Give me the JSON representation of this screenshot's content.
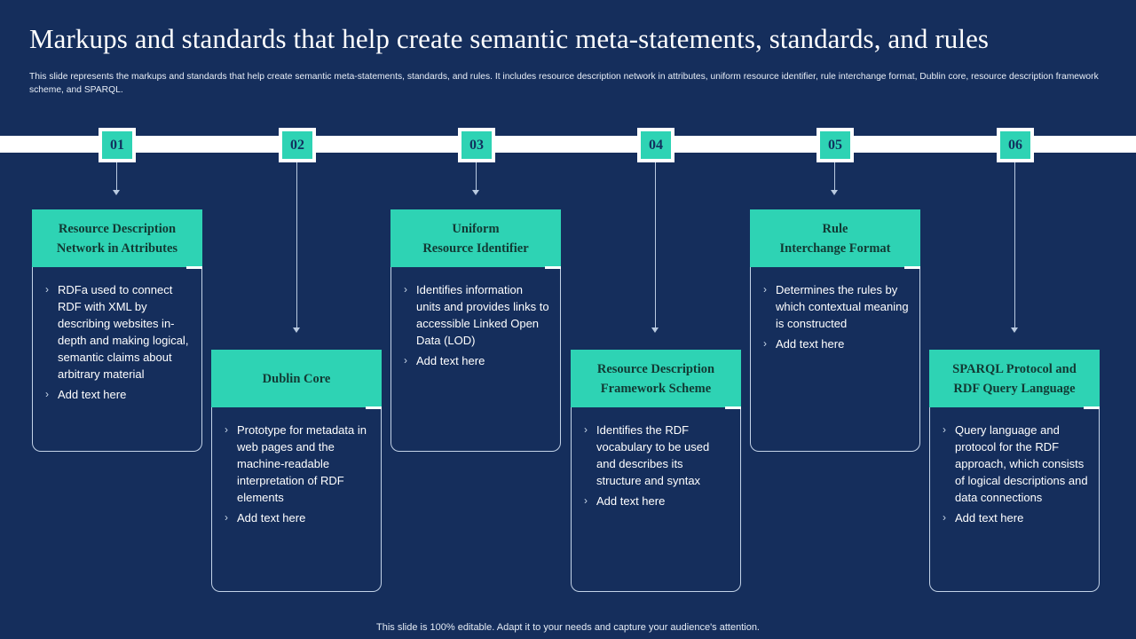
{
  "theme": {
    "background": "#152e5c",
    "accent_teal": "#2ed3b4",
    "bar_white": "#ffffff",
    "line": "#b9cae0",
    "head_text": "#123a34"
  },
  "header": {
    "title": "Markups and standards that help create semantic meta-statements, standards, and rules",
    "subtitle": "This slide represents the markups and standards that help create semantic meta-statements, standards, and rules. It includes resource description network in attributes, uniform resource identifier, rule interchange format, Dublin core, resource description framework scheme, and SPARQL."
  },
  "markers": [
    {
      "number": "01"
    },
    {
      "number": "02"
    },
    {
      "number": "03"
    },
    {
      "number": "04"
    },
    {
      "number": "05"
    },
    {
      "number": "06"
    }
  ],
  "cards": [
    {
      "id": "rdfa",
      "title_line1": "Resource Description",
      "title_line2": "Network in Attributes",
      "bullets": [
        "RDFa used to connect RDF with XML by describing websites in-depth and making logical, semantic claims about arbitrary material",
        "Add text here"
      ]
    },
    {
      "id": "dublin-core",
      "title_line1": "Dublin Core",
      "title_line2": "",
      "bullets": [
        "Prototype for metadata in web pages and the machine-readable interpretation of RDF elements",
        "Add text here"
      ]
    },
    {
      "id": "uri",
      "title_line1": "Uniform",
      "title_line2": "Resource Identifier",
      "bullets": [
        "Identifies information units and provides links to accessible Linked Open Data (LOD)",
        "Add text here"
      ]
    },
    {
      "id": "rdfs",
      "title_line1": "Resource Description",
      "title_line2": "Framework Scheme",
      "bullets": [
        "Identifies the RDF vocabulary to be used and describes its structure and syntax",
        "Add text here"
      ]
    },
    {
      "id": "rif",
      "title_line1": "Rule",
      "title_line2": "Interchange Format",
      "bullets": [
        "Determines the rules by which contextual meaning is constructed",
        "Add text here"
      ]
    },
    {
      "id": "sparql",
      "title_line1": "SPARQL Protocol and",
      "title_line2": "RDF Query Language",
      "bullets": [
        "Query language and protocol for the RDF approach, which consists of logical descriptions and data connections",
        "Add text here"
      ]
    }
  ],
  "bullet_marker": "›",
  "footer": {
    "note": "This slide is 100% editable. Adapt it to your needs and capture your audience's attention."
  }
}
